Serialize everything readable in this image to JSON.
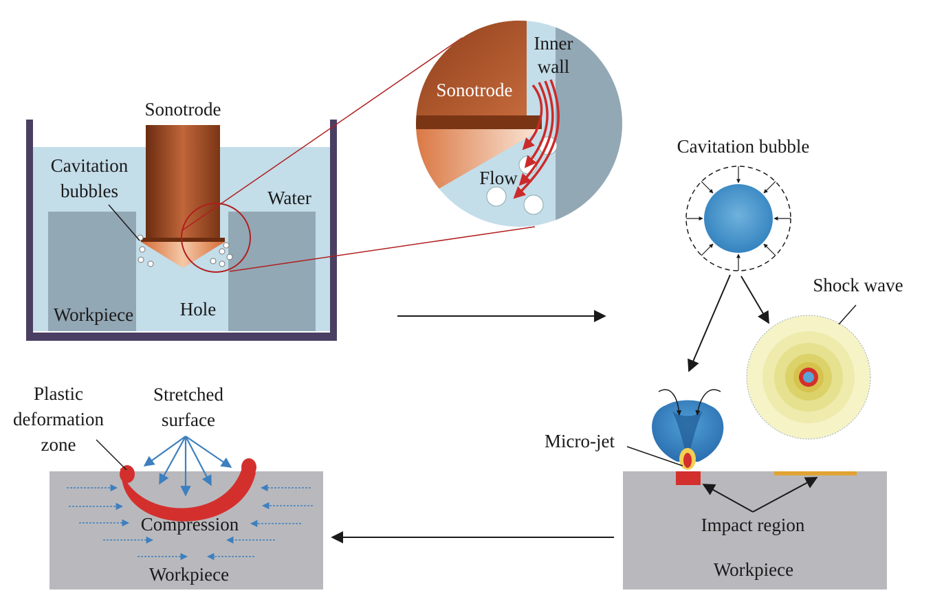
{
  "labels": {
    "sonotrode_main": "Sonotrode",
    "cavitation_bubbles_1": "Cavitation",
    "cavitation_bubbles_2": "bubbles",
    "water": "Water",
    "workpiece_tank": "Workpiece",
    "hole": "Hole",
    "inner_wall_1": "Inner",
    "inner_wall_2": "wall",
    "sonotrode_zoom": "Sonotrode",
    "flow": "Flow",
    "cavitation_bubble": "Cavitation bubble",
    "shock_wave": "Shock wave",
    "micro_jet": "Micro-jet",
    "impact_region": "Impact region",
    "workpiece_impact": "Workpiece",
    "plastic_1": "Plastic",
    "plastic_2": "deformation",
    "plastic_3": "zone",
    "stretched_1": "Stretched",
    "stretched_2": "surface",
    "compression": "Compression",
    "workpiece_result": "Workpiece"
  },
  "colors": {
    "tank_wall": "#4a3f63",
    "water": "#c3dde9",
    "workpiece_block": "#93a8b5",
    "sonotrode": "#a5542c",
    "bubble": "#3f92cc",
    "deformation": "#d3302d",
    "grey_block": "#b9b9bd",
    "arrow_blue": "#3d7fbf",
    "flow_red": "#cc2a2a"
  }
}
